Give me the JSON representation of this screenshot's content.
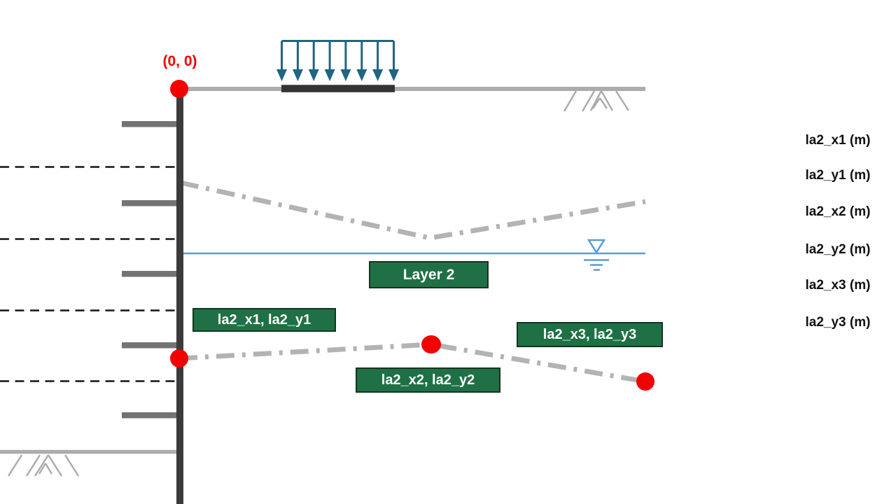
{
  "diagram": {
    "origin_label": "(0, 0)",
    "layer2_label": "Layer 2",
    "point_labels": [
      "la2_x1, la2_y1",
      "la2_x2, la2_y2",
      "la2_x3, la2_y3"
    ],
    "icons": [
      "distributed-load-arrows",
      "water-table-symbol",
      "ground-hatch-right",
      "ground-hatch-left",
      "coordinate-point-dot"
    ],
    "colors": {
      "point_red": "#f40000",
      "label_box_green": "#1f7145",
      "label_text_white": "#ffffff",
      "water_blue": "#5b9bd5",
      "load_arrow_blue": "#1f6584",
      "wall_dark_gray": "#3b3b3b",
      "strut_gray": "#737373",
      "ground_light_gray": "#abadab",
      "layer_boundary_gray": "#b3b3b3",
      "dashed_line_black": "#141414",
      "load_strip_dark": "#333333"
    }
  },
  "side_panel": {
    "labels": [
      "la2_x1 (m)",
      "la2_y1 (m)",
      "la2_x2 (m)",
      "la2_y2 (m)",
      "la2_x3 (m)",
      "la2_y3 (m)"
    ]
  }
}
